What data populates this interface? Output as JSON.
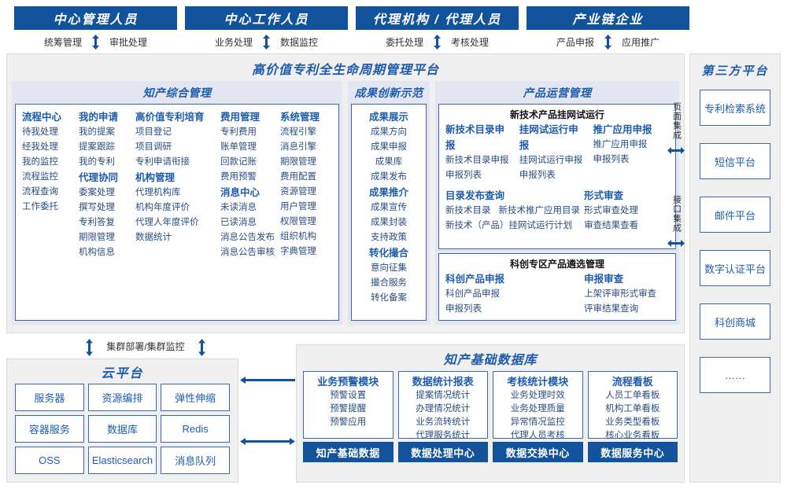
{
  "roles": [
    {
      "title": "中心管理人员",
      "actions": [
        "统筹管理",
        "审批处理"
      ]
    },
    {
      "title": "中心工作人员",
      "actions": [
        "业务处理",
        "数据监控"
      ]
    },
    {
      "title": "代理机构 / 代理人员",
      "actions": [
        "委托处理",
        "考核处理"
      ]
    },
    {
      "title": "产业链企业",
      "actions": [
        "产品申报",
        "应用推广"
      ]
    }
  ],
  "platform": {
    "title": "高价值专利全生命周期管理平台",
    "sections": {
      "zhichan": {
        "title": "知产综合管理",
        "columns": [
          {
            "groups": [
              {
                "head": "流程中心",
                "items": [
                  "待我处理",
                  "经我处理",
                  "我的监控",
                  "流程监控",
                  "流程查询",
                  "工作委托"
                ]
              }
            ]
          },
          {
            "groups": [
              {
                "head": "我的申请",
                "items": [
                  "我的提案",
                  "提案跟踪",
                  "我的专利"
                ]
              },
              {
                "head": "代理协同",
                "items": [
                  "委案处理",
                  "撰写处理",
                  "专利答复",
                  "期限管理",
                  "机构信息"
                ]
              }
            ]
          },
          {
            "groups": [
              {
                "head": "高价值专利培育",
                "items": [
                  "项目登记",
                  "项目调研",
                  "专利申请衔接"
                ]
              },
              {
                "head": "机构管理",
                "items": [
                  "代理机构库",
                  "机构年度评价",
                  "代理人年度评价",
                  "数据统计"
                ]
              }
            ]
          },
          {
            "groups": [
              {
                "head": "费用管理",
                "items": [
                  "专利费用",
                  "账单管理",
                  "回款记账",
                  "费用预警"
                ]
              },
              {
                "head": "消息中心",
                "items": [
                  "未读消息",
                  "已读消息",
                  "消息公告发布",
                  "消息公告审核"
                ]
              }
            ]
          },
          {
            "groups": [
              {
                "head": "系统管理",
                "items": [
                  "流程引擎",
                  "消息引擎",
                  "期限管理",
                  "费用配置",
                  "资源管理",
                  "用户管理",
                  "权限管理",
                  "组织机构",
                  "字典管理"
                ]
              }
            ]
          }
        ]
      },
      "chengguo": {
        "title": "成果创新示范",
        "groups": [
          {
            "head": "成果展示",
            "items": [
              "成果方向",
              "成果申报",
              "成果库",
              "成果发布"
            ]
          },
          {
            "head": "成果推介",
            "items": [
              "成果宣传",
              "成果封装",
              "支持政策"
            ]
          },
          {
            "head": "转化撮合",
            "items": [
              "意向征集",
              "撮合服务",
              "转化备案"
            ]
          }
        ]
      },
      "chanpin": {
        "title": "产品运营管理",
        "box1": {
          "title": "新技术产品挂网试运行",
          "top_groups": [
            {
              "head": "新技术目录申报",
              "items": [
                "新技术目录申报",
                "申报列表"
              ]
            },
            {
              "head": "挂网试运行申报",
              "items": [
                "挂网试运行申报",
                "申报列表"
              ]
            },
            {
              "head": "推广应用申报",
              "items": [
                "推广应用申报",
                "申报列表"
              ]
            }
          ],
          "bottom_left": {
            "head": "目录发布查询",
            "items_row1": [
              "新技术目录",
              "新技术推广应用目录"
            ],
            "items_row2": [
              "新技术（产品）挂网试运行计划"
            ]
          },
          "bottom_right": {
            "head": "形式审查",
            "items": [
              "形式审查处理",
              "审查结果查看"
            ]
          }
        },
        "box2": {
          "title": "科创专区产品遴选管理",
          "groups": [
            {
              "head": "科创产品申报",
              "items": [
                "科创产品申报",
                "申报列表"
              ]
            },
            {
              "head": "申报审查",
              "items": [
                "上架评审形式审查",
                "评审结果查询"
              ]
            }
          ]
        }
      }
    }
  },
  "integration": {
    "page": "页面集成",
    "api": "接口集成"
  },
  "third_party": {
    "title": "第三方平台",
    "items": [
      "专利检索系统",
      "短信平台",
      "邮件平台",
      "数字认证平台",
      "科创商城",
      "……"
    ]
  },
  "cluster_label": "集群部署/集群监控",
  "cloud": {
    "title": "云平台",
    "cells": [
      "服务器",
      "资源编排",
      "弹性伸缩",
      "容器服务",
      "数据库",
      "Redis",
      "OSS",
      "Elasticsearch",
      "消息队列"
    ]
  },
  "database": {
    "title": "知产基础数据库",
    "columns": [
      {
        "head": "业务预警模块",
        "items": [
          "预警设置",
          "预警提醒",
          "预警应用"
        ],
        "foot": "知产基础数据"
      },
      {
        "head": "数据统计报表",
        "items": [
          "提案情况统计",
          "办理情况统计",
          "业务流转统计",
          "代理服务统计"
        ],
        "foot": "数据处理中心"
      },
      {
        "head": "考核统计模块",
        "items": [
          "业务处理时效",
          "业务处理质量",
          "异常情况监控",
          "代理人员考核"
        ],
        "foot": "数据交换中心"
      },
      {
        "head": "流程看板",
        "items": [
          "人员工单看板",
          "机构工单看板",
          "业务类型看板",
          "核心业务看板"
        ],
        "foot": "数据服务中心"
      }
    ]
  },
  "colors": {
    "header_blue": "#13539B",
    "title_blue": "#1F5CAD",
    "border_blue": "#3A69AC",
    "section_bg": "#E3E5F0",
    "frame_bg": "#F0F0F0"
  }
}
